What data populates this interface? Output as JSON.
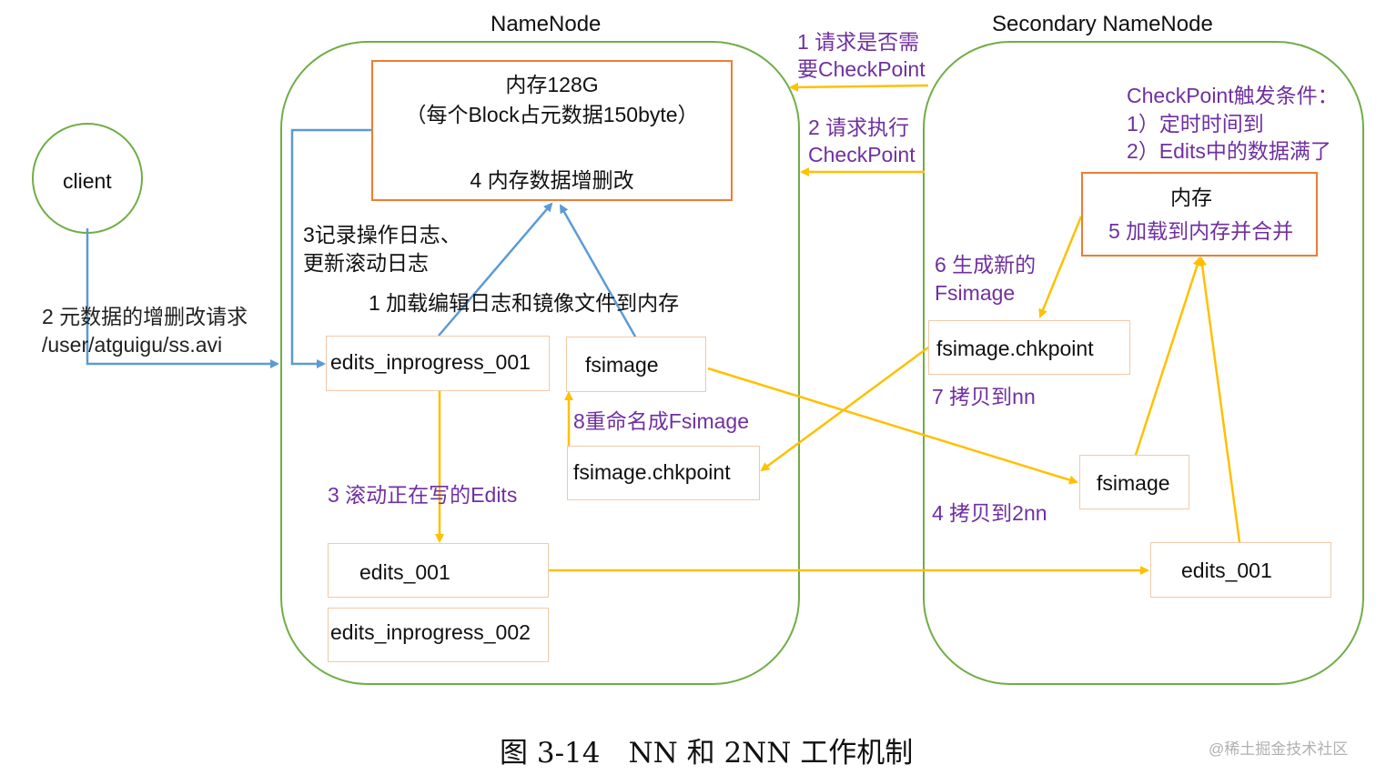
{
  "namenode": {
    "title": "NameNode",
    "memory_box": {
      "line1": "内存128G",
      "line2": "（每个Block占元数据150byte）",
      "line3": "4 内存数据增删改"
    },
    "edits_inprogress_001": "edits_inprogress_001",
    "fsimage": "fsimage",
    "fsimage_chkpoint": "fsimage.chkpoint",
    "edits_001": "edits_001",
    "edits_inprogress_002": "edits_inprogress_002"
  },
  "secondary": {
    "title": "Secondary NameNode",
    "memory_box": {
      "line1": "内存",
      "line2": "5 加载到内存并合并"
    },
    "fsimage_chkpoint": "fsimage.chkpoint",
    "fsimage": "fsimage",
    "edits_001": "edits_001"
  },
  "client": {
    "label": "client"
  },
  "labels": {
    "client_request_line1": "2 元数据的增删改请求",
    "client_request_line2": "/user/atguigu/ss.avi",
    "record_log_line1": "3记录操作日志、",
    "record_log_line2": "更新滚动日志",
    "load_edits_image": "1 加载编辑日志和镜像文件到内存",
    "roll_edits": "3 滚动正在写的Edits",
    "rename_fsimage": "8重命名成Fsimage",
    "ask_checkpoint_line1": "1 请求是否需",
    "ask_checkpoint_line2": "要CheckPoint",
    "exec_checkpoint_line1": "2 请求执行",
    "exec_checkpoint_line2": "CheckPoint",
    "trigger_line1": "CheckPoint触发条件：",
    "trigger_line2": "1）定时时间到",
    "trigger_line3": "2）Edits中的数据满了",
    "new_fsimage_line1": "6 生成新的",
    "new_fsimage_line2": "Fsimage",
    "copy_to_nn": "7 拷贝到nn",
    "copy_to_2nn": "4 拷贝到2nn"
  },
  "caption": "图 3-14　NN 和 2NN 工作机制",
  "watermark": "@稀土掘金技术社区",
  "colors": {
    "container_border": "#70ad47",
    "memory_box_border": "#ed7d31",
    "file_box_border": "#f2c9a8",
    "arrow_yellow": "#ffc000",
    "arrow_blue": "#5b9bd5",
    "label_purple": "#7030a0"
  }
}
